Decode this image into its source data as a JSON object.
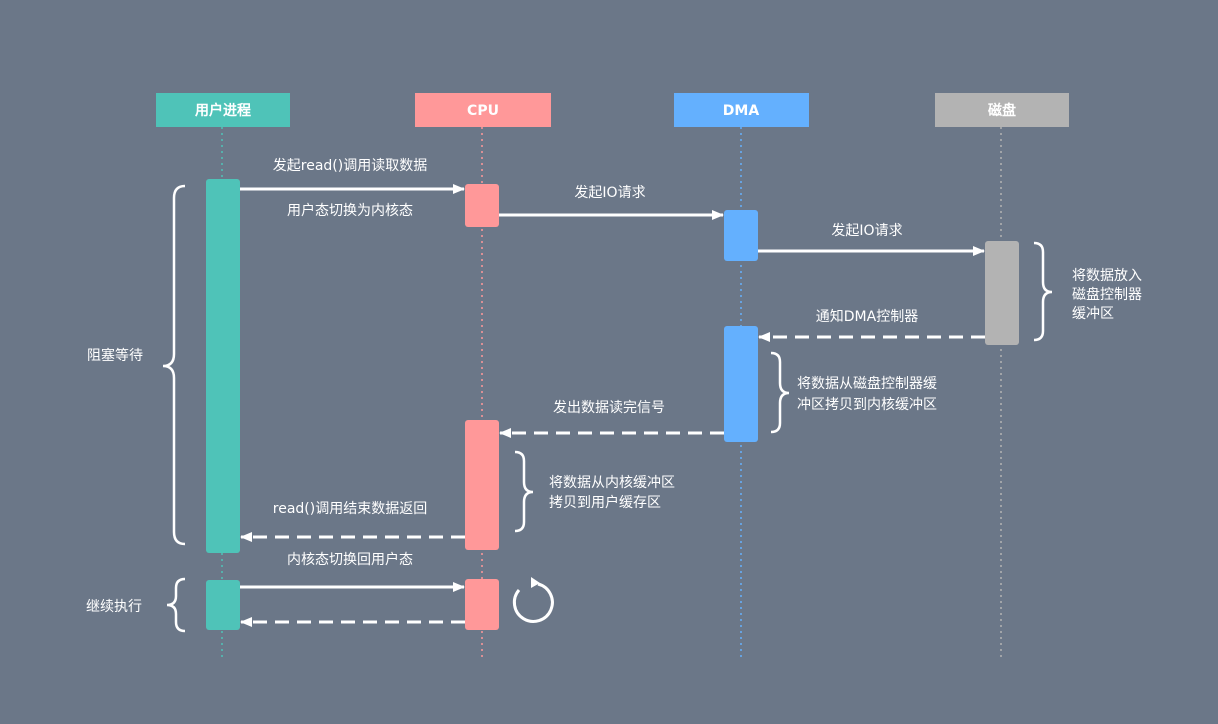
{
  "participants": [
    {
      "id": "user",
      "label": "用户进程",
      "color": "#4fc3b8"
    },
    {
      "id": "cpu",
      "label": "CPU",
      "color": "#ff9899"
    },
    {
      "id": "dma",
      "label": "DMA",
      "color": "#64b0fe"
    },
    {
      "id": "disk",
      "label": "磁盘",
      "color": "#b3b3b3"
    }
  ],
  "messages": [
    {
      "id": "m1",
      "text": "发起read()调用读取数据"
    },
    {
      "id": "m2",
      "text": "用户态切换为内核态"
    },
    {
      "id": "m3",
      "text": "发起IO请求"
    },
    {
      "id": "m4",
      "text": "发起IO请求"
    },
    {
      "id": "m5",
      "text": "通知DMA控制器"
    },
    {
      "id": "m6",
      "text": "发出数据读完信号"
    },
    {
      "id": "m7",
      "text": "read()调用结束数据返回"
    },
    {
      "id": "m8",
      "text": "内核态切换回用户态"
    }
  ],
  "notes": {
    "disk": [
      "将数据放入",
      "磁盘控制器",
      "缓冲区"
    ],
    "dma": [
      "将数据从磁盘控制器缓",
      "冲区拷贝到内核缓冲区"
    ],
    "cpu": [
      "将数据从内核缓冲区",
      "拷贝到用户缓存区"
    ]
  },
  "phases": {
    "block": "阻塞等待",
    "continue": "继续执行"
  }
}
